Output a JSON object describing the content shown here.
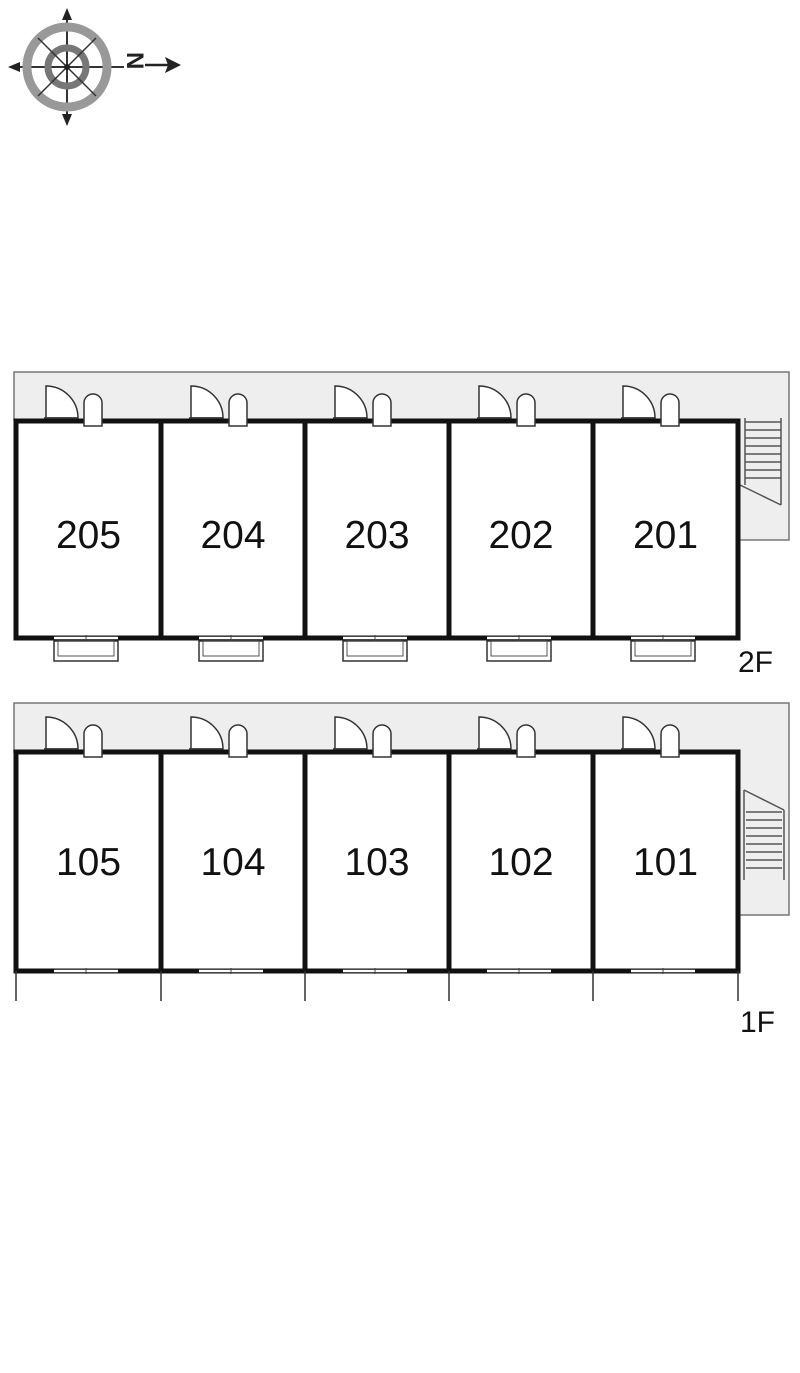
{
  "compass": {
    "letter": "N",
    "icon": "compass-rose-icon"
  },
  "floors": [
    {
      "id": "2F",
      "label": "2F",
      "units": [
        "205",
        "204",
        "203",
        "202",
        "201"
      ]
    },
    {
      "id": "1F",
      "label": "1F",
      "units": [
        "105",
        "104",
        "103",
        "102",
        "101"
      ]
    }
  ],
  "colors": {
    "wall": "#111111",
    "corridor": "#eeeeee",
    "corridor_edge": "#777777"
  }
}
